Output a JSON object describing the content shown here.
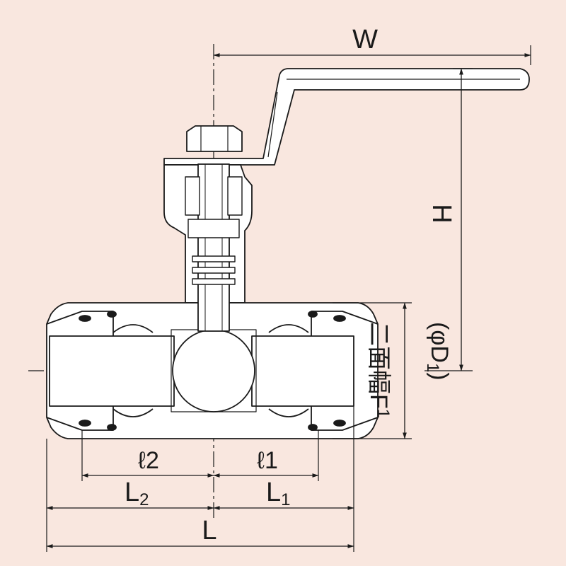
{
  "background": "#f9e7df",
  "line_color": "#1a1a1a",
  "body_fill": "#ffffff",
  "dimensions": {
    "W": "W",
    "H": "H",
    "L": "L",
    "L1": "L",
    "L1_sub": "1",
    "L2": "L",
    "L2_sub": "2",
    "l1": "ℓ1",
    "l2": "ℓ2",
    "F1": "二面幅F",
    "F1_sub": "1",
    "D1": "(φD",
    "D1_sub": "1",
    "D1_close": ")"
  }
}
